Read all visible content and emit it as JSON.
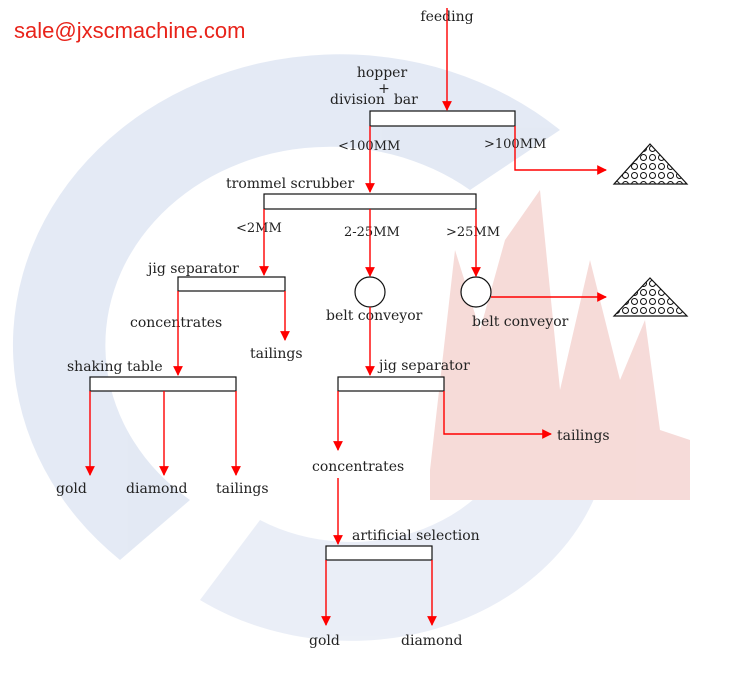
{
  "header": {
    "email": "sale@jxscmachine.com"
  },
  "colors": {
    "arrow": "#ff0000",
    "email": "#e8231a",
    "outline": "#111111",
    "text": "#222222"
  },
  "nodes": {
    "feeding": "feeding",
    "hopper": "hopper",
    "plus": "+",
    "division_bar": "division  bar",
    "trommel": "trommel scrubber",
    "jig1": "jig separator",
    "shaking_table": "shaking table",
    "jig2": "jig separator",
    "belt1": "belt conveyor",
    "belt2": "belt conveyor",
    "artificial": "artificial selection"
  },
  "sizes": {
    "lt100": "<100MM",
    "gt100": ">100MM",
    "lt2": "<2MM",
    "mid": "2-25MM",
    "gt25": ">25MM"
  },
  "outputs": {
    "concentrates1": "concentrates",
    "tailings1": "tailings",
    "gold1": "gold",
    "diamond1": "diamond",
    "tailings2": "tailings",
    "tailings3": "tailings",
    "concentrates2": "concentrates",
    "gold2": "gold",
    "diamond2": "diamond"
  }
}
